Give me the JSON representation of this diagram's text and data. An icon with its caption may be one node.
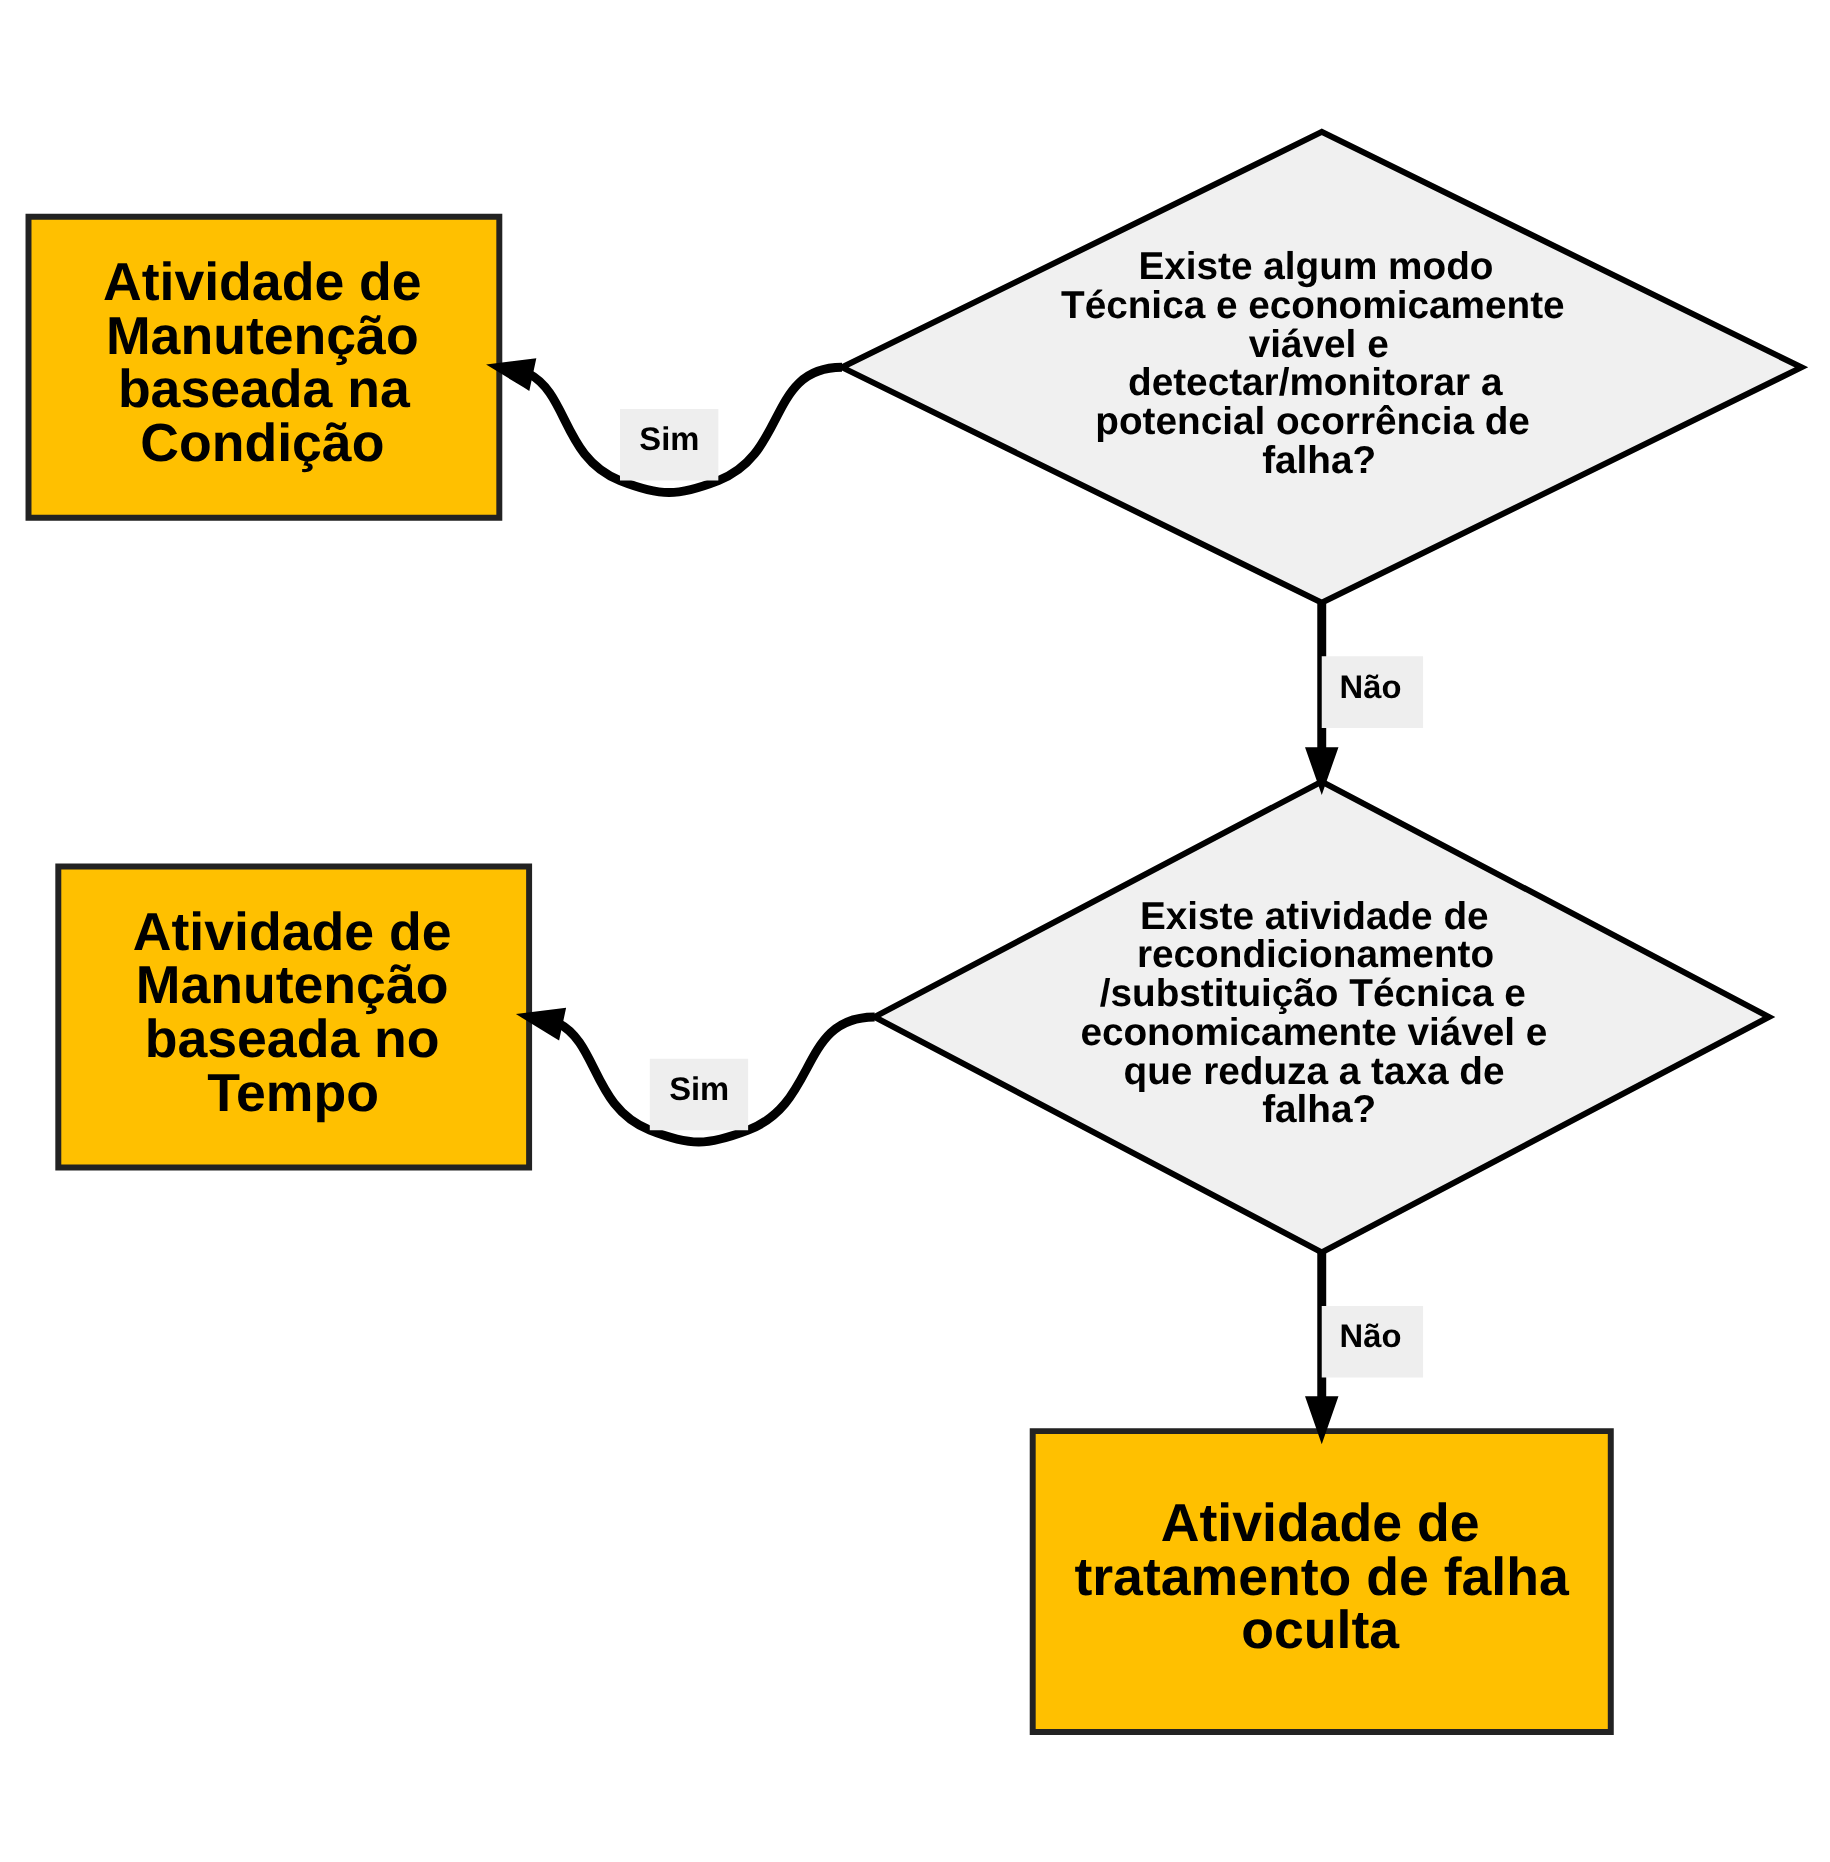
{
  "diagram": {
    "nodes": [
      {
        "text": [
          "Existe algum modo Técnica e economicamente viável e detectar/monitorar a potencial ocorrência de falha?"
        ]
      },
      {
        "text": [
          "Atividade de Manutenção baseada na Condição"
        ]
      },
      {
        "text": [
          "Existe atividade de recondicionamento /substituição Técnica e economicamente viável e que reduza a taxa de falha?"
        ]
      },
      {
        "text": [
          "Atividade de Manutenção baseada no Tempo"
        ]
      },
      {
        "text": [
          "Atividade de tratamento de falha oculta"
        ]
      }
    ],
    "edges": [
      {
        "from": 0,
        "to": 1,
        "arrow": "to",
        "label": "Sim"
      },
      {
        "from": 0,
        "to": 2,
        "arrow": "to",
        "label": "Não"
      },
      {
        "from": 2,
        "to": 3,
        "arrow": "to",
        "label": "Sim"
      },
      {
        "from": 2,
        "to": 4,
        "arrow": "to",
        "label": "Não"
      }
    ]
  }
}
